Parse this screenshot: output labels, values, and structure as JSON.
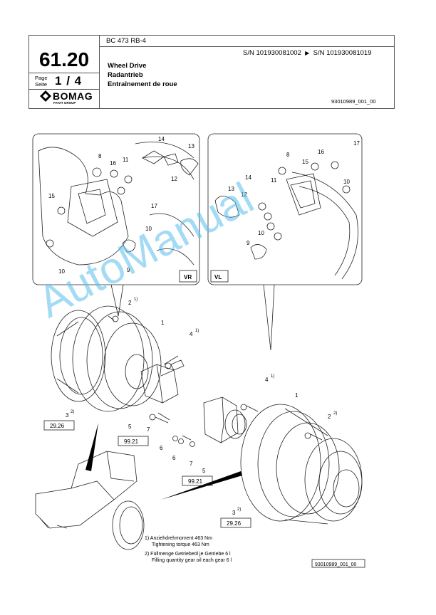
{
  "header": {
    "model": "BC 473 RB-4",
    "page_code": "61.20",
    "page_label_de": "Page",
    "page_label_en": "Seite",
    "page_current": "1",
    "page_sep": "/",
    "page_total": "4",
    "serial_from": "S/N 101930081002",
    "serial_arrow": "▶",
    "serial_to": "S/N 101930081019",
    "title_en": "Wheel Drive",
    "title_de": "Radantrieb",
    "title_fr": "Entraînement de roue",
    "doc_id": "93010989_001_00",
    "brand": "BOMAG",
    "brand_sub": "FAYAT GROUP"
  },
  "drawing": {
    "panel_left_tag": "VR",
    "panel_right_tag": "VL",
    "callouts": [
      "1",
      "2",
      "3",
      "4",
      "5",
      "6",
      "7",
      "8",
      "9",
      "10",
      "11",
      "12",
      "13",
      "14",
      "15",
      "16",
      "17"
    ],
    "ref_box_1": "29.26",
    "ref_box_2": "99.21",
    "ref_box_3": "99.21",
    "ref_box_4": "29.26",
    "footnote_mark_1": "1)",
    "footnote_mark_2": "2)",
    "image_id": "93010989_001_00"
  },
  "notes": {
    "n1_de": "1) Anziehdrehmoment 463 Nm",
    "n1_en": "Tightening torque 463 Nm",
    "n2_de": "2) Füllmenge Getriebeöl je Getriebe 6 l",
    "n2_en": "Filling quantity gear oil each gear 6 l"
  },
  "watermark": {
    "text": "AutoManual"
  },
  "colors": {
    "watermark": "#5abeeb",
    "line": "#222222",
    "border": "#555555"
  }
}
